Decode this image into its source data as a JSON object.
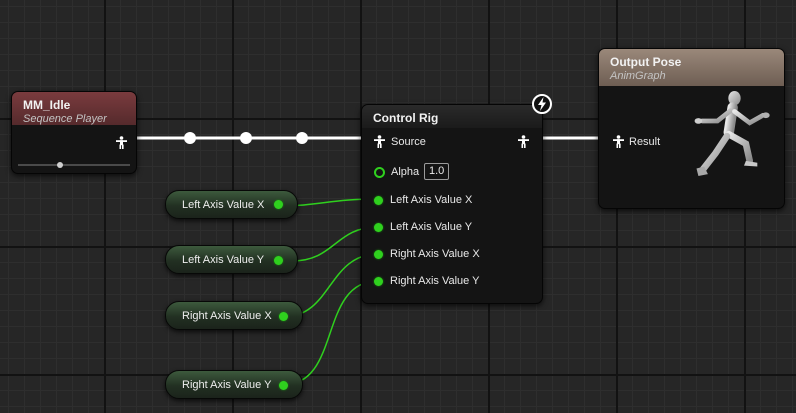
{
  "colors": {
    "graph_background": "#262626",
    "exec_wire": "#ffffff",
    "float_wire": "#2fd01e",
    "sequence_header": "#6b3436",
    "output_header": "#8a7668"
  },
  "nodes": {
    "sequence_player": {
      "title": "MM_Idle",
      "subtitle": "Sequence Player"
    },
    "control_rig": {
      "title": "Control Rig",
      "source_label": "Source",
      "alpha_label": "Alpha",
      "alpha_value": "1.0",
      "inputs": [
        "Left Axis Value X",
        "Left Axis Value Y",
        "Right Axis Value X",
        "Right Axis Value Y"
      ],
      "badge_icon": "lightning-icon"
    },
    "output_pose": {
      "title": "Output Pose",
      "subtitle": "AnimGraph",
      "result_label": "Result",
      "preview_icon": "running-mannequin-icon"
    }
  },
  "variables": [
    "Left Axis Value X",
    "Left Axis Value Y",
    "Right Axis Value X",
    "Right Axis Value Y"
  ]
}
